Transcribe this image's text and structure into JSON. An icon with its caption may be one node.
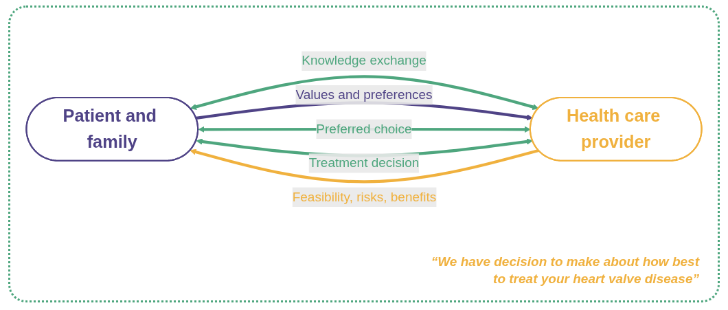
{
  "diagram": {
    "nodes": [
      {
        "text": [
          "Patient and family"
        ]
      },
      {
        "text": [
          "Health care provider"
        ]
      }
    ],
    "edges": [
      {
        "from": 0,
        "to": 1,
        "arrow": "both",
        "label": "Knowledge exchange"
      },
      {
        "from": 0,
        "to": 1,
        "arrow": "to",
        "label": "Values and preferences",
        "color": "#4f4386"
      },
      {
        "from": 1,
        "to": 0,
        "arrow": "to",
        "label": "Feasibility, risks, benefits",
        "color": "#f0b13e"
      },
      {
        "from": 0,
        "to": 1,
        "arrow": "both",
        "label": "Preferred choice"
      },
      {
        "from": 0,
        "to": 1,
        "arrow": "both",
        "label": "Treatment decision"
      }
    ],
    "labels": [
      "“We have decision to make about how best to treat your heart valve disease”"
    ]
  }
}
